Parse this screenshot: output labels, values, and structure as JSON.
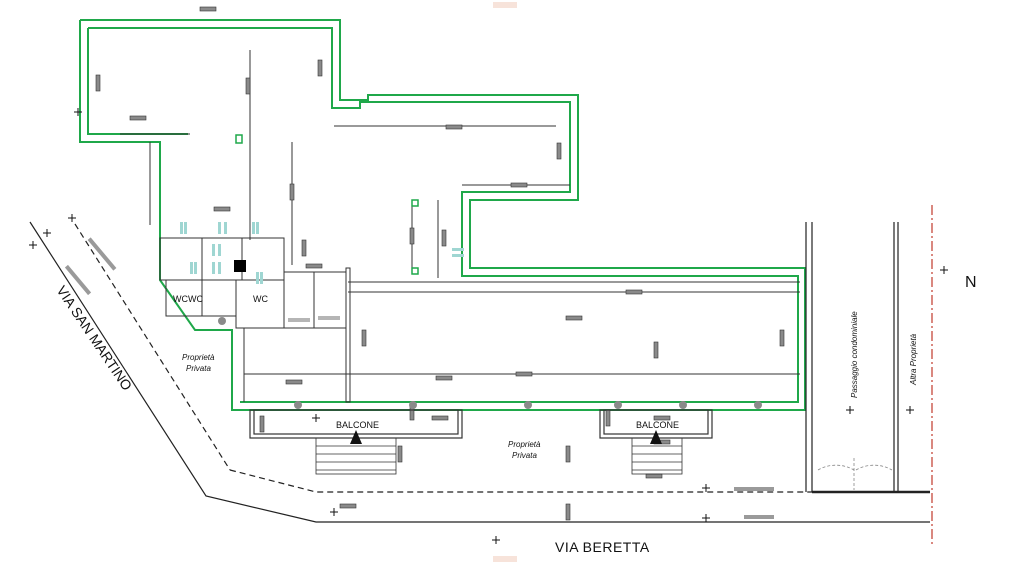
{
  "streets": {
    "south": "VIA BERETTA",
    "west": "VIA SAN MARTINO"
  },
  "north_label": "N",
  "rooms": {
    "wc_left": "WCWC",
    "wc_right": "WC",
    "balcony_left": "BALCONE",
    "balcony_right": "BALCONE"
  },
  "notes": {
    "private_1_line1": "Proprietà",
    "private_1_line2": "Privata",
    "private_2_line1": "Proprietà",
    "private_2_line2": "Privata",
    "passage": "Passaggio condominiale",
    "other_property": "Altra Proprietà"
  },
  "colors": {
    "wall": "#1fa84a",
    "line": "#333333",
    "door_symbol": "#8a8a8a",
    "fixture": "#9fd6d2",
    "property_line": "#c0392b"
  }
}
